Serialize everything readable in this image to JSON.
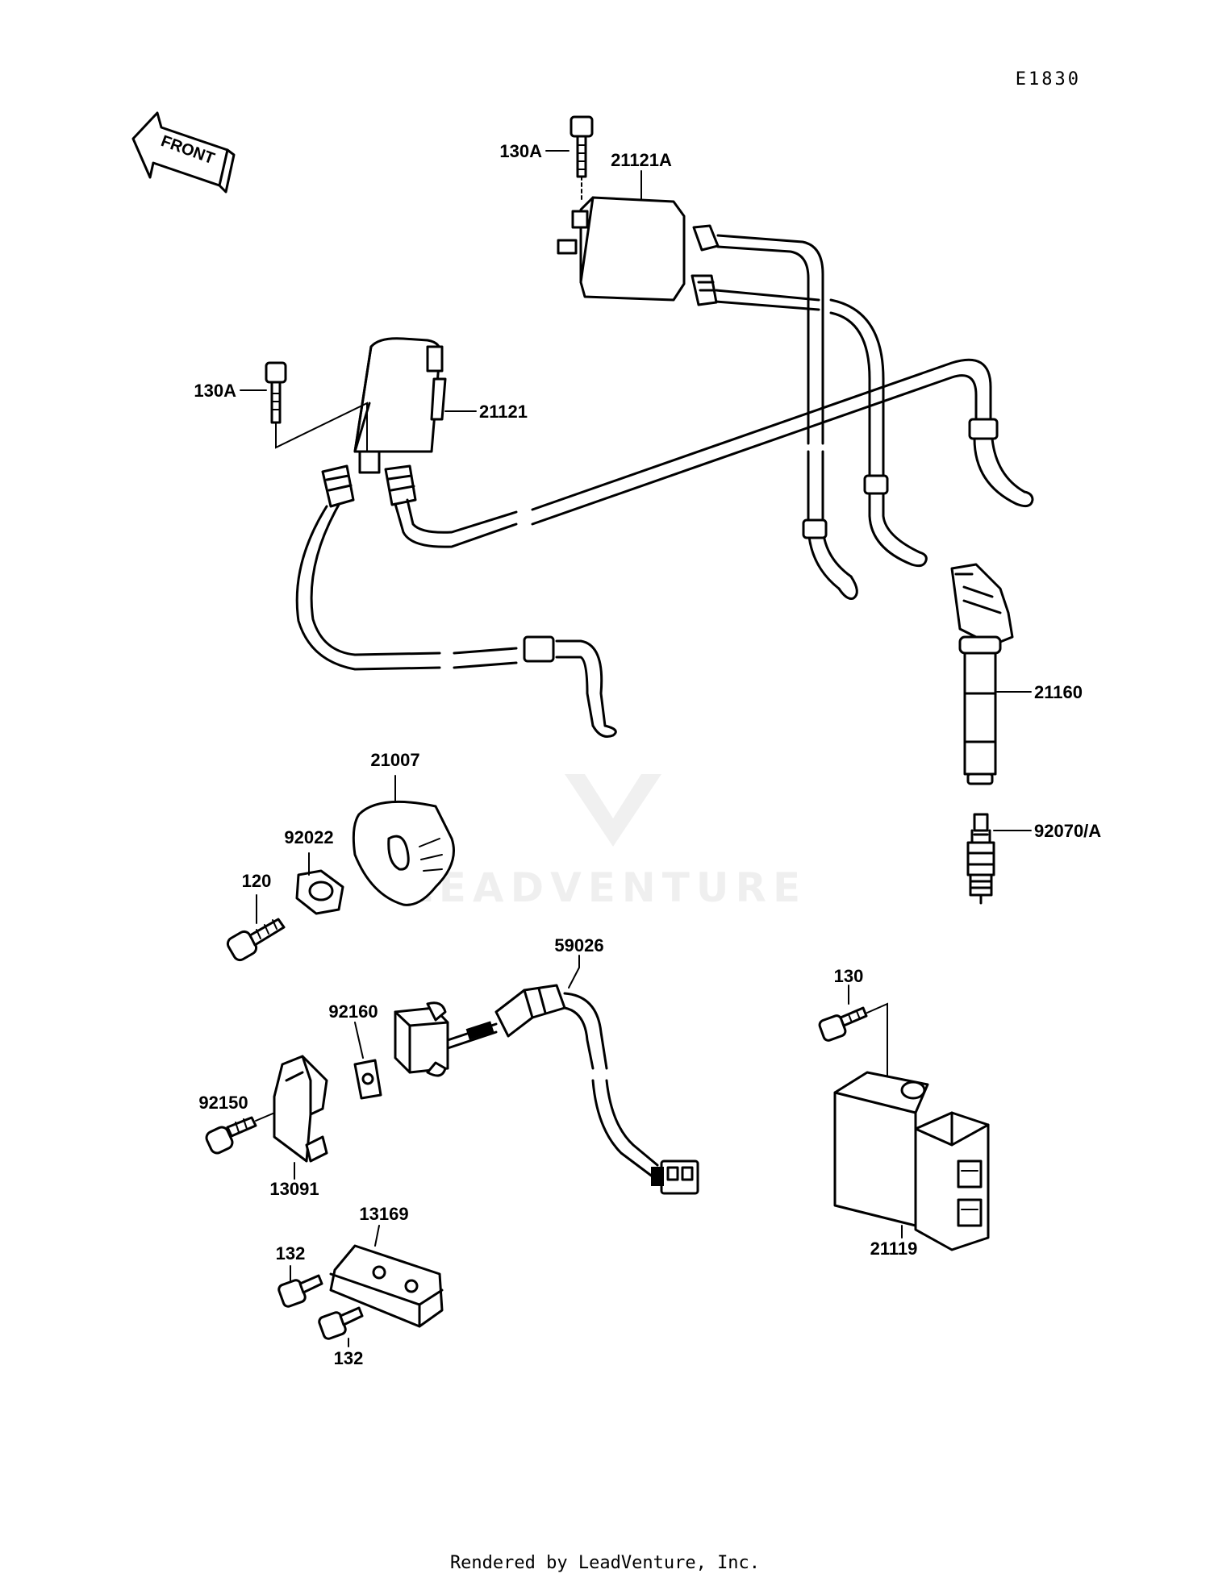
{
  "diagram_code": "E1830",
  "front_label": "FRONT",
  "watermark": "LEADVENTURE",
  "footer": "Rendered by LeadVenture, Inc.",
  "parts": [
    {
      "id": "coil-a-bolt",
      "label": "130A"
    },
    {
      "id": "ignition-coil-a",
      "label": "21121A"
    },
    {
      "id": "coil-bolt",
      "label": "130A"
    },
    {
      "id": "ignition-coil",
      "label": "21121"
    },
    {
      "id": "plug-cap",
      "label": "21160"
    },
    {
      "id": "spark-plug",
      "label": "92070/A"
    },
    {
      "id": "pickup-plate",
      "label": "21007"
    },
    {
      "id": "nut",
      "label": "92022"
    },
    {
      "id": "screw",
      "label": "120"
    },
    {
      "id": "pickup-harness",
      "label": "59026"
    },
    {
      "id": "igniter-bolt",
      "label": "130"
    },
    {
      "id": "spacer",
      "label": "92160"
    },
    {
      "id": "bracket-bolt",
      "label": "92150"
    },
    {
      "id": "bracket",
      "label": "13091"
    },
    {
      "id": "igniter",
      "label": "21119"
    },
    {
      "id": "plate-bracket",
      "label": "13169"
    },
    {
      "id": "bolt-upper",
      "label": "132"
    },
    {
      "id": "bolt-lower",
      "label": "132"
    }
  ]
}
